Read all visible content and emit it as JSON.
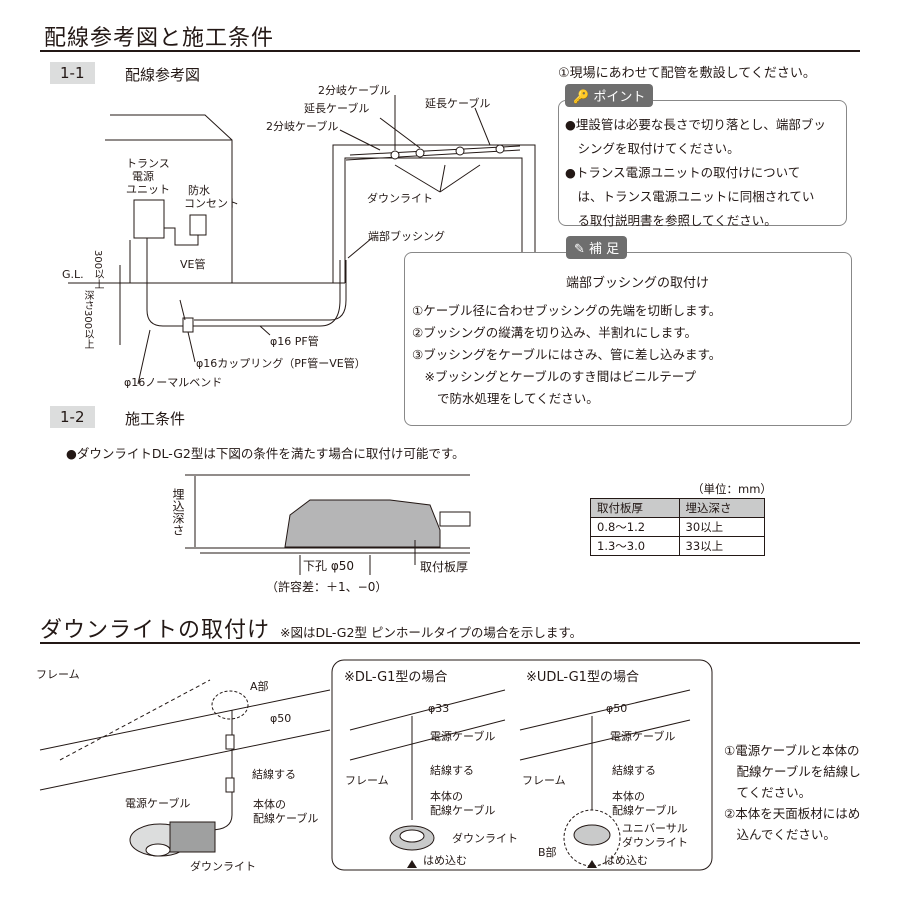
{
  "page_title": "配線参考図と施工条件",
  "sec1": {
    "no": "1-1",
    "title": "配線参考図"
  },
  "wiring_labels": {
    "trans": "トランス",
    "dengen": "電源",
    "unit": "ユニット",
    "bousui": "防水",
    "consent": "コンセント",
    "gl": "G.L.",
    "above": "300以上",
    "depth": "深さ300以上",
    "ve": "VE管",
    "pf": "φ16 PF管",
    "coupling": "φ16カップリング（PF管ーVE管）",
    "bend": "φ16ノーマルベンド",
    "bunki1": "2分岐ケーブル",
    "encho1": "延長ケーブル",
    "bunki2": "2分岐ケーブル",
    "encho2": "延長ケーブル",
    "downlight": "ダウンライト",
    "bushing": "端部ブッシング"
  },
  "notes": {
    "top": "①現場にあわせて配管を敷設してください。",
    "point_tag": "ポイント",
    "point_items": [
      "●埋設管は必要な長さで切り落とし、端部ブッ",
      "　シングを取付けてください。",
      "●トランス電源ユニットの取付けについて",
      "　は、トランス電源ユニットに同梱されてい",
      "　る取付説明書を参照してください。"
    ],
    "supp_tag": "補 足",
    "supp_title": "端部ブッシングの取付け",
    "supp_items": [
      "①ケーブル径に合わせブッシングの先端を切断します。",
      "②ブッシングの縦溝を切り込み、半割れにします。",
      "③ブッシングをケーブルにはさみ、管に差し込みます。",
      "　※ブッシングとケーブルのすき間はビニルテープ",
      "　　で防水処理をしてください。"
    ]
  },
  "sec2": {
    "no": "1-2",
    "title": "施工条件"
  },
  "condition_text": "●ダウンライトDL-G2型は下図の条件を満たす場合に取付け可能です。",
  "condition_labels": {
    "depth": "埋込深さ",
    "hole": "下孔 φ50",
    "tol": "（許容差：＋1、−0）",
    "plate": "取付板厚"
  },
  "table": {
    "unit": "（単位：mm）",
    "headers": [
      "取付板厚",
      "埋込深さ"
    ],
    "rows": [
      [
        "0.8〜1.2",
        "30以上"
      ],
      [
        "1.3〜3.0",
        "33以上"
      ]
    ]
  },
  "install": {
    "title": "ダウンライトの取付け",
    "subtitle": "※図はDL-G2型 ピンホールタイプの場合を示します。",
    "left": {
      "frame": "フレーム",
      "a": "A部",
      "phi": "φ50",
      "kessen": "結線する",
      "cable": "電源ケーブル",
      "body1": "本体の",
      "body2": "配線ケーブル",
      "dl": "ダウンライト"
    },
    "g1": {
      "title": "※DL-G1型の場合",
      "phi": "φ33",
      "cable": "電源ケーブル",
      "kessen": "結線する",
      "frame": "フレーム",
      "body1": "本体の",
      "body2": "配線ケーブル",
      "dl": "ダウンライト",
      "push": "はめ込む"
    },
    "ug1": {
      "title": "※UDL-G1型の場合",
      "phi": "φ50",
      "cable": "電源ケーブル",
      "kessen": "結線する",
      "frame": "フレーム",
      "body1": "本体の",
      "body2": "配線ケーブル",
      "uni1": "ユニバーサル",
      "uni2": "ダウンライト",
      "b": "B部",
      "push": "はめ込む"
    },
    "steps": [
      "①電源ケーブルと本体の",
      "　配線ケーブルを結線し",
      "　てください。",
      "②本体を天面板材にはめ",
      "　込んでください。"
    ]
  }
}
